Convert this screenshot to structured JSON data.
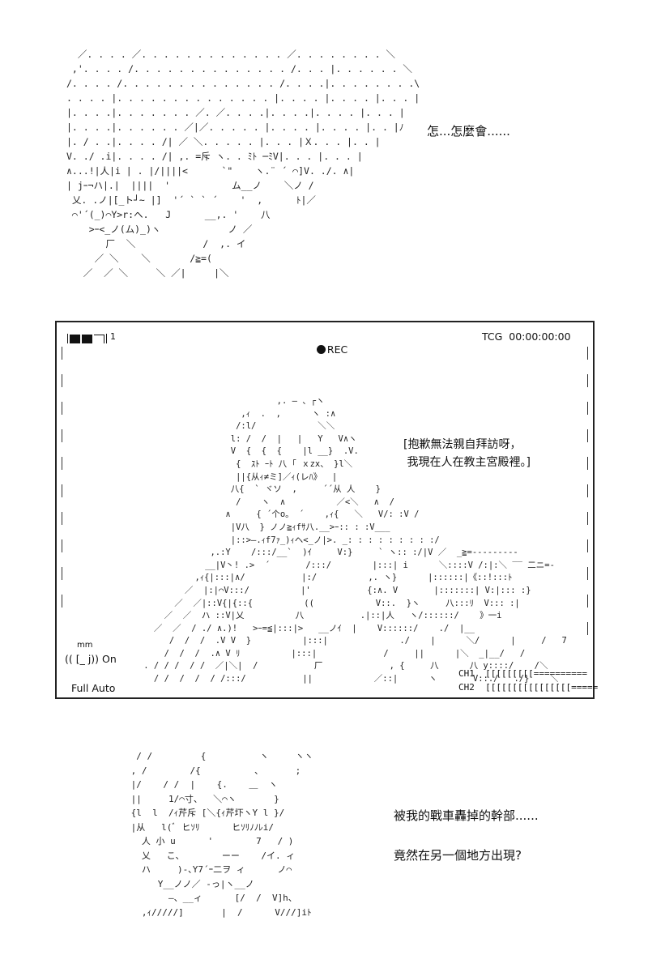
{
  "panel_top": {
    "caption": "怎...怎麼會......",
    "art": "  ／. . . . ／. . . . . . . . . . . . . ／. . . . . . . . ＼\n ,'. . . . /. . . . . . . . . . . . . . /. . . |. . . . . . ＼\n/. . . . /. . . . . . . . . . . . . . /. . . .|. . . . . . . .\\\n. . . . |. . . . . . . . . . . . . . |. . . . |. . . . |. . . |\n|. . . .|. . . . . . . ／. ／. . . .|. . . .|. . . . |. . . |\n|. . . .|. . . . . . ／|／. . . . . |. . . . |. . . . |. . |ﾉ\n|. / . .|. . . . /| ／ ＼. . . . . |. . . |Ｘ. . . |. . |\nV. ./ .i|. . . . /| ,. =斥 ヽ. . ﾐﾄ ─ﾐV|. . . |. . . |\n∧...!|人|i | . |/||||<      `\"    ヽ.¨ ´ ⌒]V. ./. ∧|\n| jｰ¬ハ|.|  ||||  '           ム__ノ    ＼ノ /\n 乂. .ノ|[_ト┘~ |]  '´ ` ` ´    '  ,      ﾄ|／\n ⌒'´(_)⌒Y>r:ヘ.   J      __,. '    八\n    >ｰ<_ノ(ム)_)ヽ            ノ ／\n       厂  ＼            /  ,. イ\n     ／ ＼    ＼       /≧=(\n   ／  ／ ＼     ＼ ／|     |＼"
  },
  "viewfinder": {
    "battery_label": "1",
    "rec_label": "REC",
    "timecode": "TCG  00:00:00:00",
    "speech": "[抱歉無法親自拜訪呀，\n 我現在人在教主宮殿裡。]",
    "mm_label": "mm",
    "on_label": "(( [_ j)) On",
    "mode_label": "Full Auto",
    "ch1": "CH1  [[[[[[[[[==========",
    "ch2": "CH2  [[[[[[[[[[[[[[[[=====",
    "art": "                              ,. ― 、┌ヽ\n                       ,ｨ  .  ,      ヽ :∧\n                      /:l/            ＼＼\n                     l: /  /  |   |   Y   V∧ヽ\n                     V  {  {  {    |l __}  .V.\n                      {  ｽﾄ ｰﾄ 八 ｢ ｘzx、 }l＼\n                      ||{从ｨ≠ミ]／ｨ(レﾊ》  |\n                     八{  ` ヾソ  ,     ´´从 人    }\n                      /    ヽ  ∧          ／<＼   ∧  /\n                    ∧     { ´个o。 ´    ,ｨ{   ＼   V/: :V /\n                     |V八  } ノノ≧ｨfｻ八.__>ｰ:: : :V___\n                     |::>―.ｨf7ｧ_)ｨヘ<_ノ|>. _: : : : : : : : :/\n                 ,.:Y    /:::/__`  )ｲ     V:}     ` ヽ:: :/|V ／  _≧=---------\n                __|V丶! .>  ´       /:::/        |:::| i      ＼::::V /:|:＼ ‾‾ 二ニ=-\n              ,ｨ{|:::|∧/           |:/          ,. ヽ}      |::::::|《::!:::ﾄ\n            ／  |:|⌒V:::/          |'           {:∧. V       |:::::::| V:|::: :}\n          ／  ／|::V{|{::{          ((            V::.  }ヽ     八:::ﾘ  V::: :|\n        ／  ／  ハ ::V|乂          八           .|::|人   ヽ/::::::/    》一i\n      ／  ／  / ./ ∧.)!   >ｰ=≦|:::|>   __ノｲ  |    V::::::/    ./  |__\n         /  /  /  .V V  }          |:::|              ./    |      ＼/      |     /   7\n        /  /  /  .∧ V ﾘ          |:::|             /     ||      |＼  _|__/   /\n    . / / /  / /  ／|＼|  /           厂             , {     八      八 у::::/    /＼\n      / /  /  /  / /:::/           ||            ／::|      ヽ       V::./   ./}    ＼"
  },
  "panel_bottom": {
    "caption_line1": "被我的戰車轟掉的幹部......",
    "caption_line2": "竟然在另一個地方出現?",
    "art": "  / /         {          ヽ     ヽヽ\n , /        /{          、      ;\n |/    / /  |    {.    ＿  ヽ\n ||     1/⌒寸、  ＼⌒ヽ       }\n {l  l  /ｨ芹斥 [＼{ｨ芹圷ヽY l }/\n |从   l(ﾞ ヒｿﾘ      ヒｿﾘﾉﾉﾚi/\n   人 小 u      '        7   / )\n   乂   こ、       ーー    /イ. ィ\n   ハ     )-､Y7´ｰ二ヲ ィ      ノ⌒\n      Y__ノノ／ -っ|ヽ__ノ\n        ―、__ィ      [/  /  V]h、\n   ,ｨ/////]       |  /      V///]iﾄ"
  }
}
